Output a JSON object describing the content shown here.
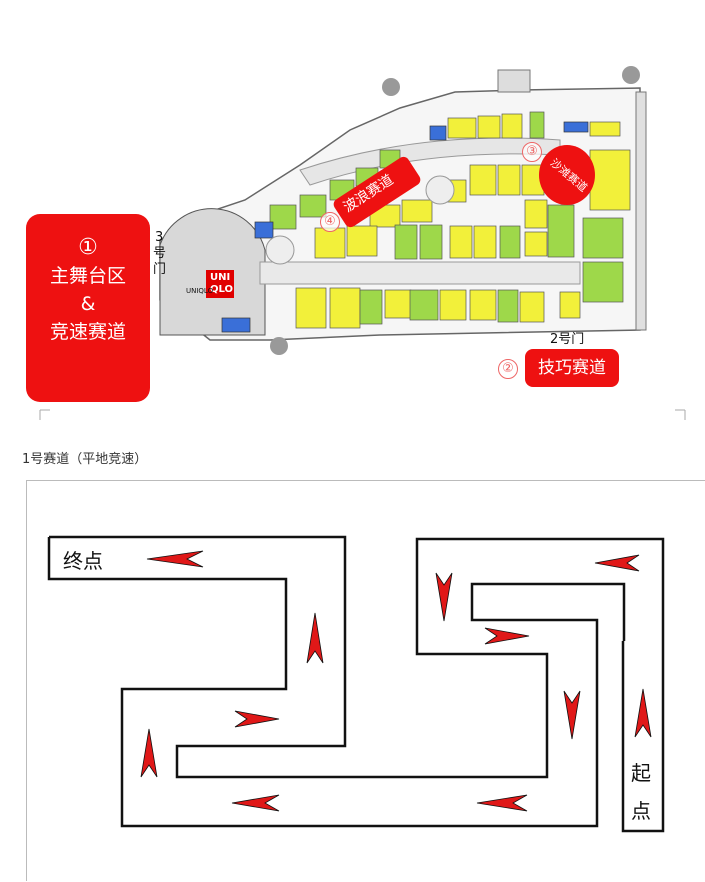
{
  "map": {
    "stage_zone": {
      "num": "①",
      "line1": "主舞台区",
      "line2": "&",
      "line3": "竞速赛道"
    },
    "skill_zone": {
      "num": "②",
      "label": "技巧赛道"
    },
    "sand_zone": {
      "num": "③",
      "label": "沙滩赛道"
    },
    "wave_zone": {
      "num": "④",
      "label": "波浪赛道"
    },
    "door3": {
      "line1": "3",
      "line2": "号",
      "line3": "门"
    },
    "door2": "2号门",
    "store": {
      "brand_top": "UNI",
      "brand_bottom": "QLO",
      "caption": "UNIQLO"
    },
    "colors": {
      "red": "#ee1111",
      "yellow": "#f2f03a",
      "green": "#9ed84a",
      "blue": "#3a6fd8",
      "gray": "#999999"
    }
  },
  "caption": "1号赛道（平地竞速）",
  "track": {
    "finish_label": "终点",
    "start_line1": "起",
    "start_line2": "点",
    "arrow_color": "#e01818"
  }
}
